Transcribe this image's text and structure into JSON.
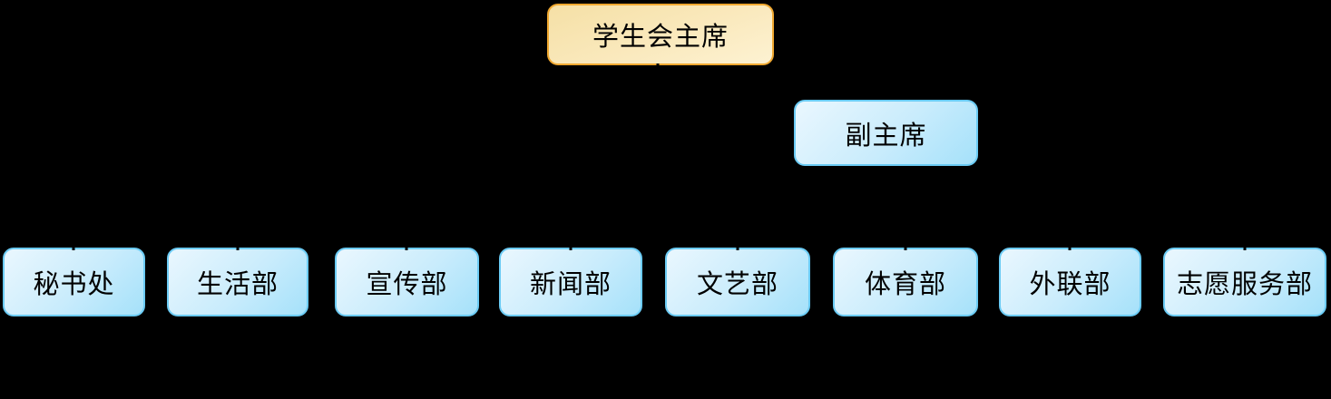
{
  "org_chart": {
    "president": {
      "label": "学生会主席"
    },
    "vice_president": {
      "label": "副主席"
    },
    "departments": [
      {
        "label": "秘书处"
      },
      {
        "label": "生活部"
      },
      {
        "label": "宣传部"
      },
      {
        "label": "新闻部"
      },
      {
        "label": "文艺部"
      },
      {
        "label": "体育部"
      },
      {
        "label": "外联部"
      },
      {
        "label": "志愿服务部"
      }
    ]
  },
  "colors": {
    "background": "#000000",
    "president_fill_top": "#F5E0A6",
    "president_fill_bottom": "#FDF2D2",
    "president_border": "#F0A830",
    "department_fill_light": "#EAF7FE",
    "department_fill_dark": "#A5E1FA",
    "department_border": "#6BCBF4",
    "connector": "#000000",
    "text": "#000000"
  }
}
